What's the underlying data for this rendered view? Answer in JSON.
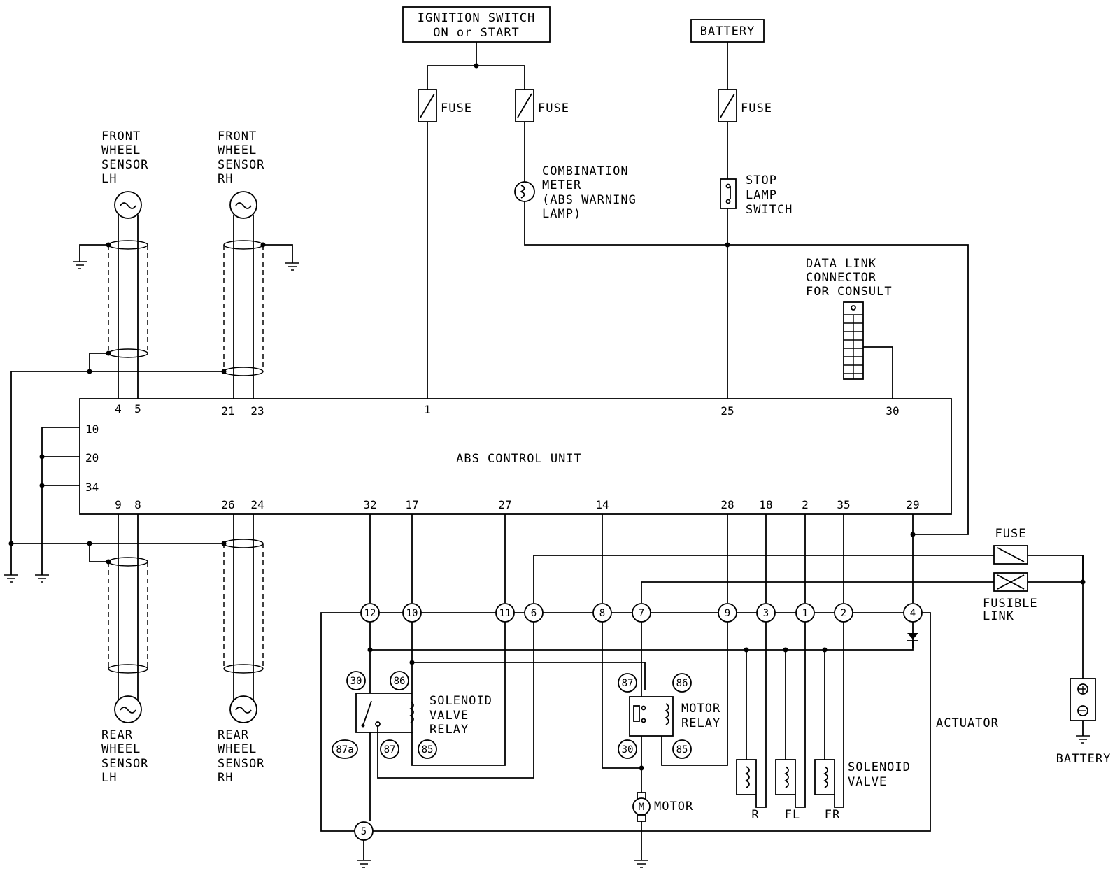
{
  "ignition": {
    "line1": "IGNITION SWITCH",
    "line2": "ON or START"
  },
  "battery_top": "BATTERY",
  "fuse_label": "FUSE",
  "combination_meter": [
    "COMBINATION",
    "METER",
    "(ABS WARNING",
    "LAMP)"
  ],
  "stop_lamp": [
    "STOP",
    "LAMP",
    "SWITCH"
  ],
  "data_link": [
    "DATA LINK",
    "CONNECTOR",
    "FOR CONSULT"
  ],
  "front_lh": [
    "FRONT",
    "WHEEL",
    "SENSOR",
    "LH"
  ],
  "front_rh": [
    "FRONT",
    "WHEEL",
    "SENSOR",
    "RH"
  ],
  "rear_lh": [
    "REAR",
    "WHEEL",
    "SENSOR",
    "LH"
  ],
  "rear_rh": [
    "REAR",
    "WHEEL",
    "SENSOR",
    "RH"
  ],
  "control_unit": {
    "title": "ABS CONTROL UNIT",
    "top_pins": [
      "4",
      "5",
      "21",
      "23",
      "1",
      "25",
      "30"
    ],
    "left_pins": [
      "10",
      "20",
      "34"
    ],
    "bottom_pins": [
      "9",
      "8",
      "26",
      "24",
      "32",
      "17",
      "27",
      "14",
      "28",
      "18",
      "2",
      "35",
      "29"
    ]
  },
  "actuator": {
    "label": "ACTUATOR",
    "connector_pins": [
      "12",
      "10",
      "11",
      "6",
      "8",
      "7",
      "9",
      "3",
      "1",
      "2",
      "4",
      "5"
    ],
    "solenoid_relay": {
      "label": [
        "SOLENOID",
        "VALVE",
        "RELAY"
      ],
      "terminals": [
        "30",
        "86",
        "87a",
        "87",
        "85"
      ]
    },
    "motor_relay": {
      "label": [
        "MOTOR",
        "RELAY"
      ],
      "terminals": [
        "87",
        "86",
        "30",
        "85"
      ]
    },
    "motor_label": "MOTOR",
    "solenoid_valve_label": [
      "SOLENOID",
      "VALVE"
    ],
    "valves": [
      "R",
      "FL",
      "FR"
    ]
  },
  "fuse_right": "FUSE",
  "fusible_link": [
    "FUSIBLE",
    "LINK"
  ],
  "battery_right": "BATTERY"
}
